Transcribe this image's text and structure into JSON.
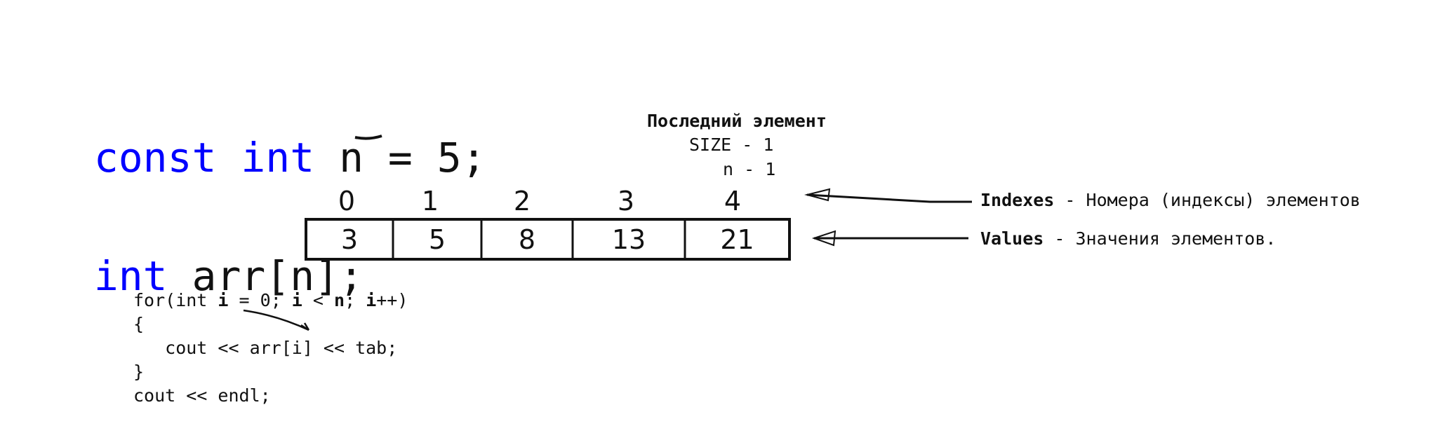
{
  "line1": {
    "kw1": "const",
    "kw2": "int",
    "rest": "n = 5;"
  },
  "line2": {
    "kw": "int",
    "rest": "arr[n];"
  },
  "note": {
    "title": "Последний элемент",
    "line1": "SIZE - 1",
    "line2": "n - 1"
  },
  "indexes": [
    "0",
    "1",
    "2",
    "3",
    "4"
  ],
  "values": [
    "3",
    "5",
    "8",
    "13",
    "21"
  ],
  "labels": {
    "indexes_bold": "Indexes",
    "indexes_text": " - Номера (индексы) элементов",
    "values_bold": "Values",
    "values_text": " - Значения элементов."
  },
  "code": {
    "l1a": "for(int ",
    "l1b": "i",
    "l1c": " = 0; ",
    "l1d": "i",
    "l1e": " < ",
    "l1f": "n",
    "l1g": "; ",
    "l1h": "i",
    "l1i": "++)",
    "l2": "{",
    "l3": "   cout << arr[i] << tab;",
    "l4": "}",
    "l5": "cout << endl;"
  }
}
